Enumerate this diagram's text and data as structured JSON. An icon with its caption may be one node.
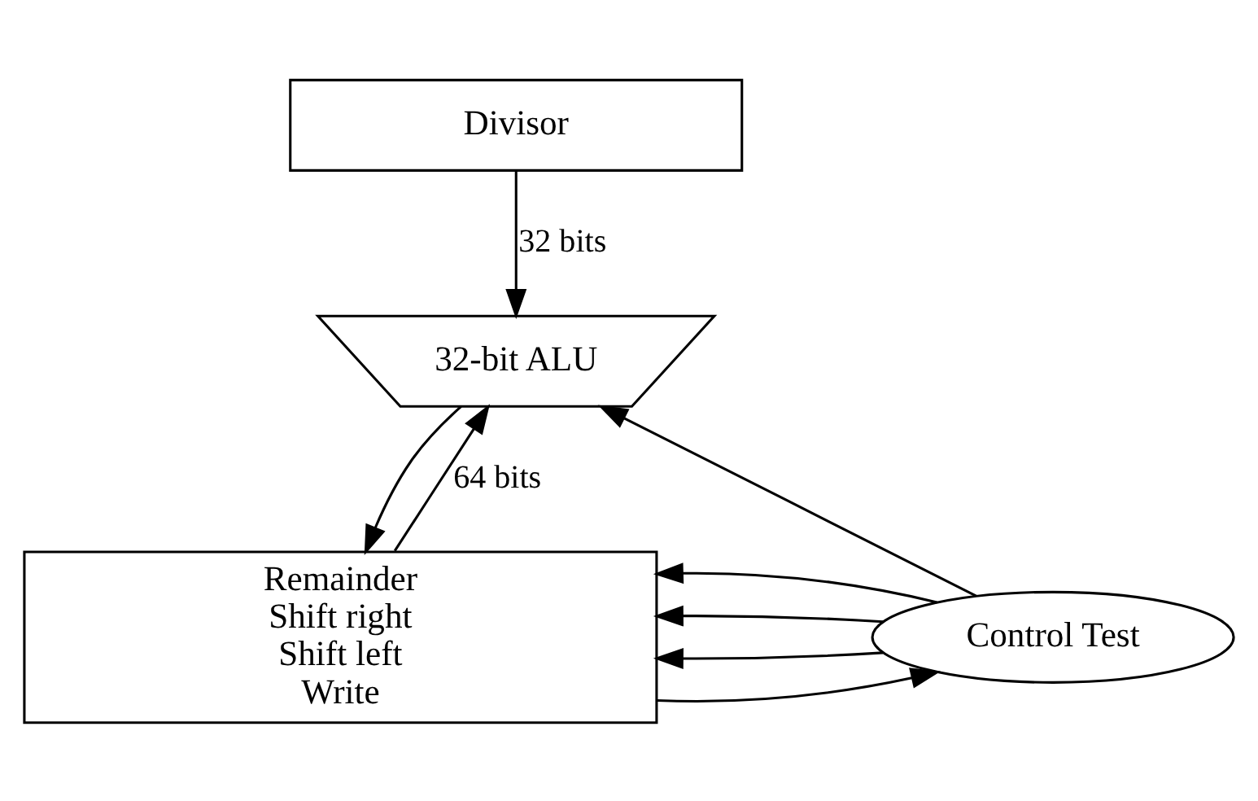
{
  "diagram": {
    "nodes": [
      {
        "text": [
          "Divisor"
        ]
      },
      {
        "text": [
          "32-bit ALU"
        ]
      },
      {
        "text": [
          "Remainder",
          "Shift right",
          "Shift left",
          "Write"
        ]
      },
      {
        "text": [
          "Control Test"
        ]
      }
    ],
    "edges": [
      {
        "from": 0,
        "to": 1,
        "arrow": "to",
        "label": "32 bits"
      },
      {
        "from": 2,
        "to": 1,
        "arrow": "to",
        "label": "64 bits"
      },
      {
        "from": 2,
        "to": 3,
        "arrow": "to"
      },
      {
        "from": 1,
        "to": 2,
        "arrow": "to"
      },
      {
        "from": 3,
        "to": 1,
        "arrow": "to"
      },
      {
        "from": 3,
        "to": 2,
        "arrow": "to"
      },
      {
        "from": 3,
        "to": 2,
        "arrow": "to"
      },
      {
        "from": 3,
        "to": 2,
        "arrow": "to"
      }
    ]
  }
}
